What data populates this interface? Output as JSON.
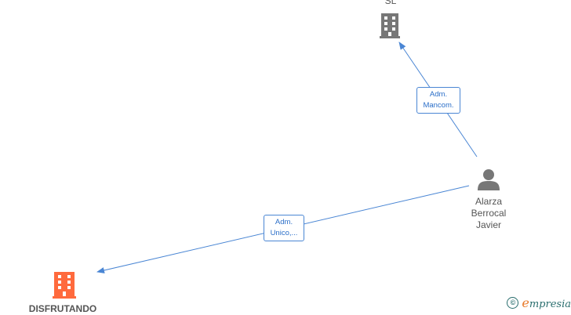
{
  "nodes": {
    "top_company": {
      "label": "SL",
      "icon": "building-icon",
      "color": "#777777"
    },
    "person": {
      "label_lines": [
        "Alarza",
        "Berrocal",
        "Javier"
      ],
      "icon": "person-icon",
      "color": "#777777"
    },
    "bottom_company": {
      "label": "DISFRUTANDO",
      "icon": "building-icon",
      "color": "#ff6a3d"
    }
  },
  "edges": {
    "to_top": {
      "label_lines": [
        "Adm.",
        "Mancom."
      ]
    },
    "to_bottom": {
      "label_lines": [
        "Adm.",
        "Unico,..."
      ]
    }
  },
  "colors": {
    "edge": "#4a86d4",
    "edge_label_text": "#2a6ec8"
  },
  "brand": {
    "copyright": "©",
    "initial": "e",
    "rest": "mpresia"
  }
}
